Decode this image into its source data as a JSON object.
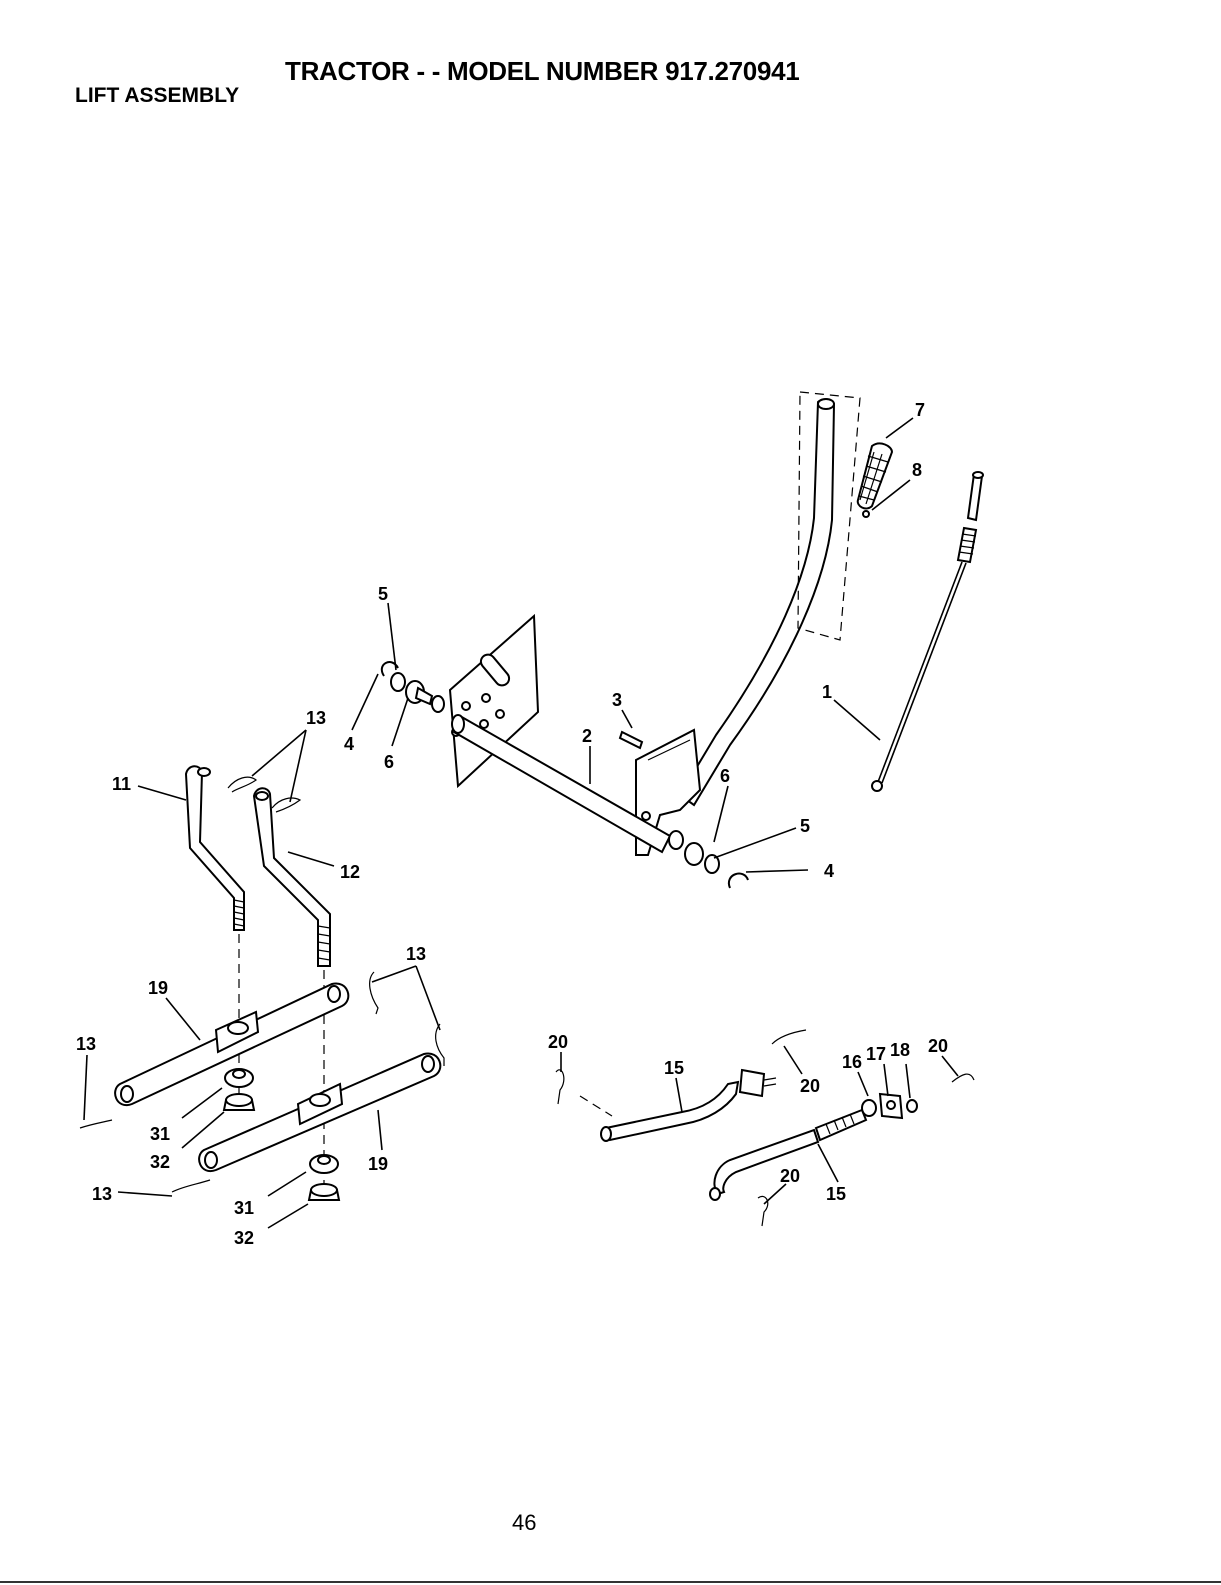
{
  "header": {
    "title": "TRACTOR - - MODEL NUMBER 917.270941",
    "section": "LIFT ASSEMBLY"
  },
  "page_number": "46",
  "callouts": {
    "c1": "1",
    "c2": "2",
    "c3": "3",
    "c4a": "4",
    "c4b": "4",
    "c5a": "5",
    "c5b": "5",
    "c6a": "6",
    "c6b": "6",
    "c7": "7",
    "c8": "8",
    "c11": "11",
    "c12": "12",
    "c13a": "13",
    "c13b": "13",
    "c13c": "13",
    "c13d": "13",
    "c15a": "15",
    "c15b": "15",
    "c16": "16",
    "c17": "17",
    "c18": "18",
    "c19a": "19",
    "c19b": "19",
    "c20a": "20",
    "c20b": "20",
    "c20c": "20",
    "c20d": "20",
    "c31a": "31",
    "c31b": "31",
    "c32a": "32",
    "c32b": "32"
  }
}
